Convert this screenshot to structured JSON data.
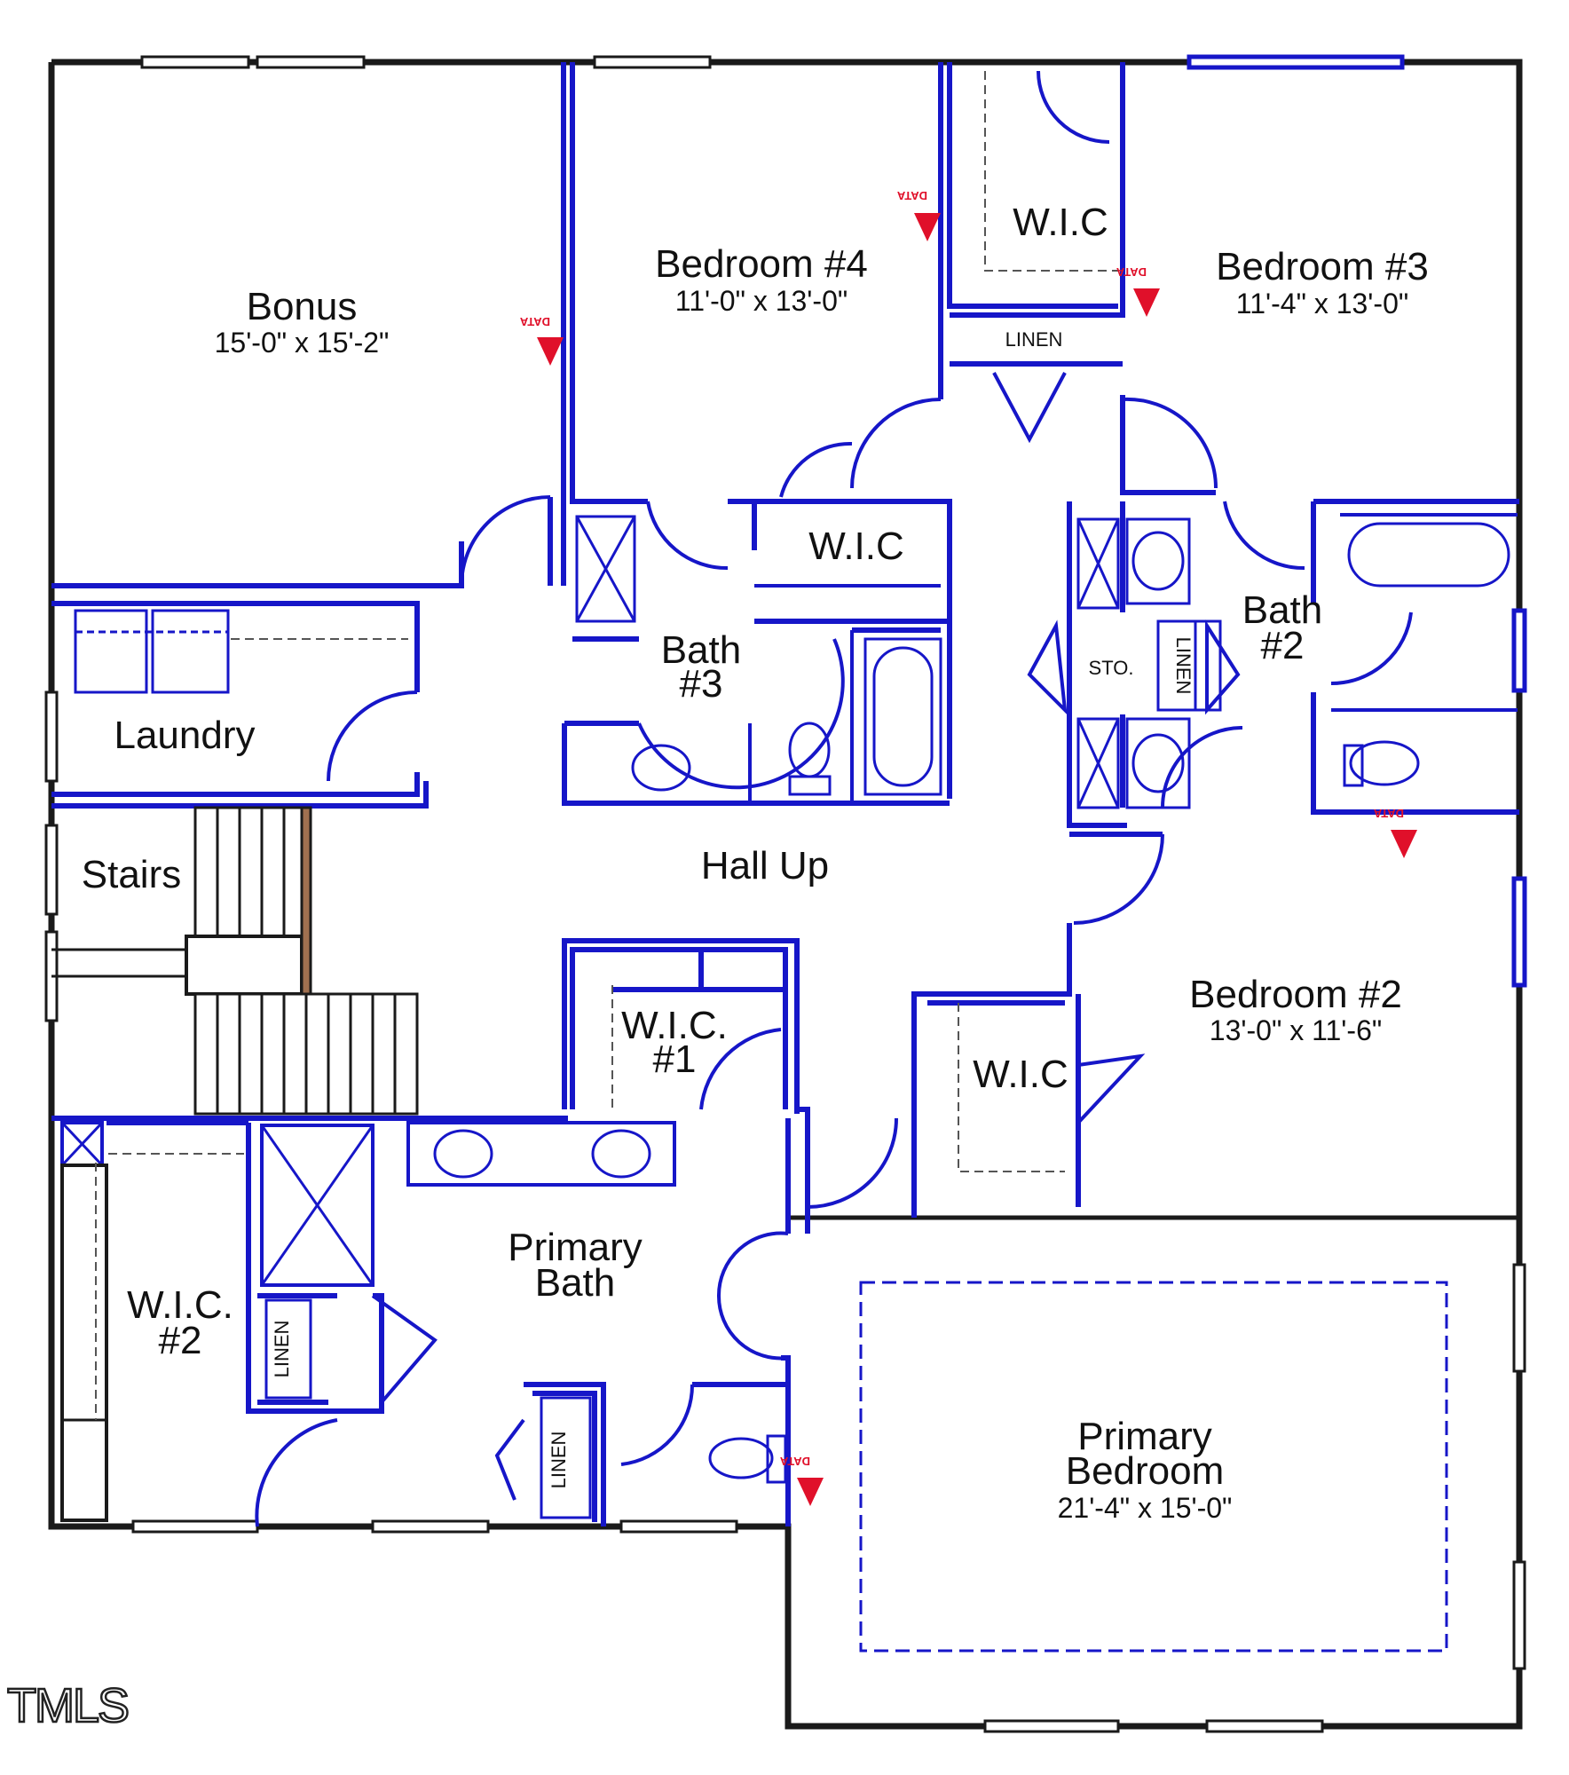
{
  "watermark": "TMLS",
  "rooms": {
    "bonus": {
      "name": "Bonus",
      "dim": "15'-0\" x 15'-2\""
    },
    "bedroom4": {
      "name": "Bedroom #4",
      "dim": "11'-0\" x 13'-0\""
    },
    "bedroom3": {
      "name": "Bedroom #3",
      "dim": "11'-4\" x 13'-0\""
    },
    "bedroom2": {
      "name": "Bedroom #2",
      "dim": "13'-0\" x 11'-6\""
    },
    "primary_bedroom": {
      "line1": "Primary",
      "line2": "Bedroom",
      "dim": "21'-4\" x 15'-0\""
    },
    "primary_bath": {
      "line1": "Primary",
      "line2": "Bath"
    },
    "bath3": {
      "line1": "Bath",
      "line2": "#3"
    },
    "bath2": {
      "line1": "Bath",
      "line2": "#2"
    },
    "laundry": "Laundry",
    "stairs": "Stairs",
    "hall": "Hall Up",
    "wic_bed4": "W.I.C",
    "wic_bed3": "W.I.C",
    "wic_bed2": "W.I.C",
    "wic1": {
      "line1": "W.I.C.",
      "line2": "#1"
    },
    "wic2": {
      "line1": "W.I.C.",
      "line2": "#2"
    }
  },
  "closets": {
    "linen_top": "LINEN",
    "linen_bath2": "LINEN",
    "sto": "STO.",
    "linen_pbath_left": "LINEN",
    "linen_pbath_right": "LINEN"
  },
  "data_markers": [
    "DATA",
    "DATA",
    "DATA",
    "DATA",
    "DATA"
  ],
  "colors": {
    "wall": "#1a1a1a",
    "fixture": "#1616c8",
    "data_marker": "#e0102a"
  }
}
